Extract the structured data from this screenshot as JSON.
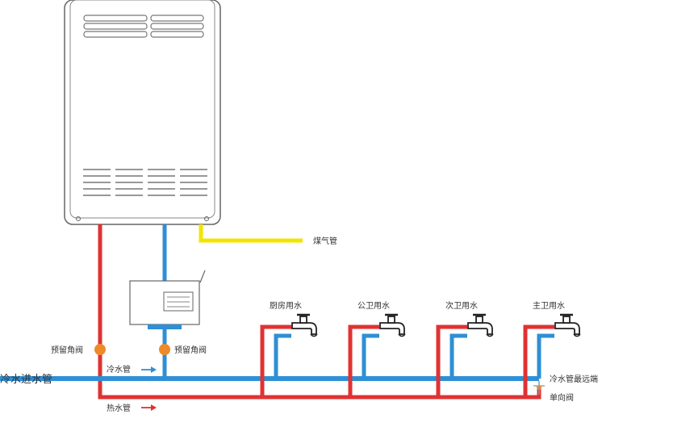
{
  "labels": {
    "gas_pipe": "煤气管",
    "cold_inlet": "冷水进水管",
    "cold_pipe": "冷水管",
    "hot_pipe": "热水管",
    "valve_left": "预留角阀",
    "valve_right": "预留角阀",
    "kitchen": "厨房用水",
    "public_bath": "公卫用水",
    "second_bath": "次卫用水",
    "master_bath": "主卫用水",
    "cold_far_end": "冷水管最远端",
    "check_valve": "单向阀"
  },
  "colors": {
    "hot": "#e03232",
    "cold": "#2e8fd6",
    "gas": "#f2e400",
    "valve": "#ee8a2a",
    "outline": "#555555",
    "arrow_cold": "#2e8fd6",
    "arrow_hot": "#e03232"
  },
  "icons": {
    "faucet": "faucet-icon",
    "valve": "angle-valve-icon",
    "arrow": "flow-arrow-icon"
  }
}
